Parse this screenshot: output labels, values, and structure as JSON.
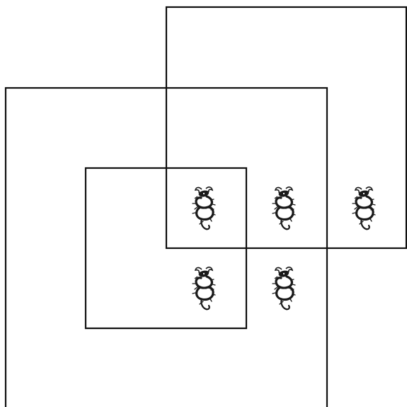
{
  "diagram": {
    "description_free": true,
    "colors": {
      "background": "#ffffff",
      "stroke": "#111111",
      "icon": "#1a1a1a"
    },
    "shapes": {
      "large_square": "square",
      "upper_right_square": "square",
      "inner_square": "square"
    },
    "icons": [
      {
        "name": "dragon-icon",
        "count": 5
      }
    ]
  }
}
